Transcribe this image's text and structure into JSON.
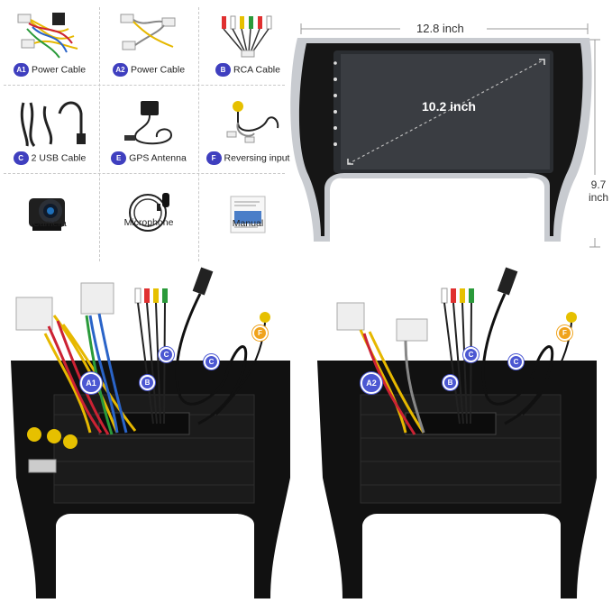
{
  "accessories": [
    {
      "badge": "A1",
      "label": "Power Cable",
      "icon": "power-cable-harness-icon"
    },
    {
      "badge": "A2",
      "label": "Power Cable",
      "icon": "power-cable-harness-icon"
    },
    {
      "badge": "B",
      "label": "RCA Cable",
      "icon": "rca-cable-icon"
    },
    {
      "badge": "C",
      "label": "2 USB Cable",
      "icon": "usb-cable-icon"
    },
    {
      "badge": "E",
      "label": "GPS Antenna",
      "icon": "gps-antenna-icon"
    },
    {
      "badge": "F",
      "label": "Reversing input",
      "icon": "reversing-input-cable-icon"
    },
    {
      "badge": "",
      "label": "Camera",
      "icon": "camera-icon"
    },
    {
      "badge": "",
      "label": "Microphone",
      "icon": "microphone-icon"
    },
    {
      "badge": "",
      "label": "Manual",
      "icon": "manual-icon"
    }
  ],
  "dimensions": {
    "width": "12.8 inch",
    "height": "9.7 inch",
    "height_line1": "9.7",
    "height_line2": "inch",
    "screen": "10.2 inch"
  },
  "left_unit_callouts": [
    "A1",
    "B",
    "C",
    "C",
    "F"
  ],
  "right_unit_callouts": [
    "A2",
    "B",
    "C",
    "C",
    "F"
  ],
  "colors": {
    "badge": "#3f3fbf",
    "callout_blue": "#4b57d2",
    "callout_yellow": "#f0a31c",
    "frame_silver": "#c8cbd0",
    "unit_black": "#111111"
  }
}
